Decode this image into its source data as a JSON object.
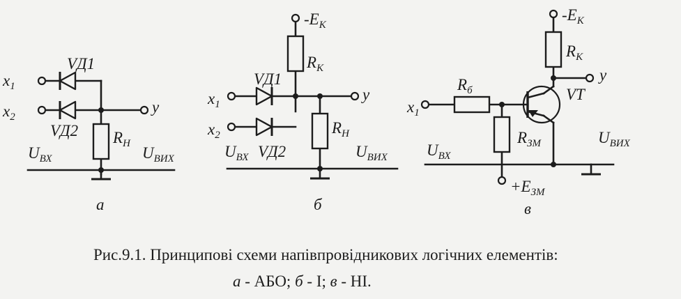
{
  "diagram": {
    "panel_a": {
      "x1": "x",
      "x1_sub": "1",
      "x2": "x",
      "x2_sub": "2",
      "vd1": "VД1",
      "vd2": "VД2",
      "y": "y",
      "rn": "R",
      "rn_sub": "Н",
      "uvx": "U",
      "uvx_sub": "ВХ",
      "uvyh": "U",
      "uvyh_sub": "ВИХ",
      "letter": "а"
    },
    "panel_b": {
      "ek": "-E",
      "ek_sub": "К",
      "rk": "R",
      "rk_sub": "К",
      "vd1": "VД1",
      "vd2": "VД2",
      "x1": "x",
      "x1_sub": "1",
      "x2": "x",
      "x2_sub": "2",
      "y": "y",
      "rn": "R",
      "rn_sub": "Н",
      "uvx": "U",
      "uvx_sub": "ВХ",
      "uvyh": "U",
      "uvyh_sub": "ВИХ",
      "letter": "б"
    },
    "panel_c": {
      "ek": "-E",
      "ek_sub": "К",
      "rk": "R",
      "rk_sub": "К",
      "rb": "R",
      "rb_sub": "б",
      "x1": "x",
      "x1_sub": "1",
      "vt": "VT",
      "y": "y",
      "rzm": "R",
      "rzm_sub": "ЗМ",
      "uvx": "U",
      "uvx_sub": "ВХ",
      "uvyh": "U",
      "uvyh_sub": "ВИХ",
      "ezm": "+E",
      "ezm_sub": "ЗМ",
      "letter": "в"
    }
  },
  "caption": {
    "line1": "Рис.9.1. Принципові схеми напівпровідникових логічних елементів:",
    "a_letter": "а",
    "a_text": " - АБО; ",
    "b_letter": "б",
    "b_text": " - І; ",
    "c_letter": "в",
    "c_text": " - НІ."
  }
}
